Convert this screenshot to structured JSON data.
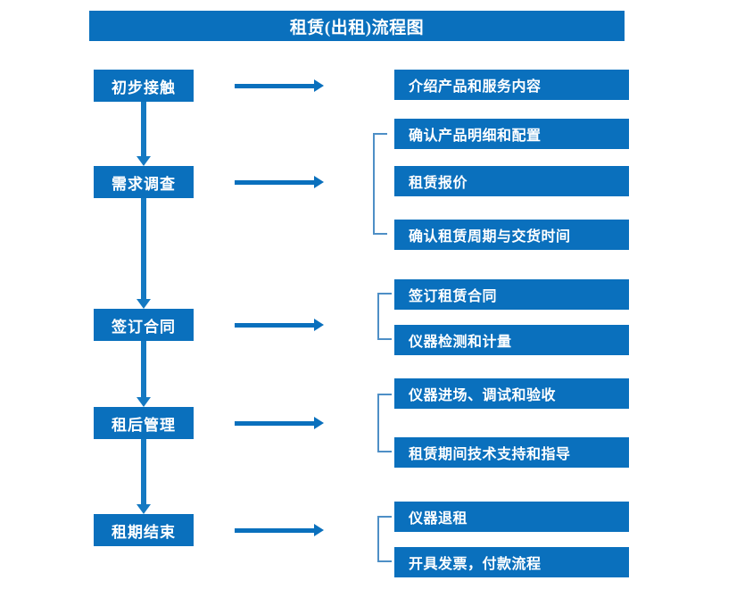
{
  "diagram": {
    "title": "租赁(出租)流程图",
    "accent_color": "#0a70bd",
    "bracket_color": "#4e8fc6",
    "arrow_color": "#1479c2",
    "stages": [
      {
        "id": "initial-contact",
        "label": "初步接触"
      },
      {
        "id": "requirement-survey",
        "label": "需求调查"
      },
      {
        "id": "sign-contract",
        "label": "签订合同"
      },
      {
        "id": "post-rental-management",
        "label": "租后管理"
      },
      {
        "id": "lease-end",
        "label": "租期结束"
      }
    ],
    "groups": [
      {
        "id": "group-initial-contact",
        "bracket": false,
        "tasks": [
          {
            "id": "task-intro-products",
            "label": "介绍产品和服务内容"
          }
        ]
      },
      {
        "id": "group-requirement-survey",
        "bracket": true,
        "tasks": [
          {
            "id": "task-confirm-spec",
            "label": "确认产品明细和配置"
          },
          {
            "id": "task-rental-quote",
            "label": "租赁报价"
          },
          {
            "id": "task-confirm-period",
            "label": "确认租赁周期与交货时间"
          }
        ]
      },
      {
        "id": "group-sign-contract",
        "bracket": true,
        "tasks": [
          {
            "id": "task-sign-lease",
            "label": "签订租赁合同"
          },
          {
            "id": "task-instrument-test",
            "label": "仪器检测和计量"
          }
        ]
      },
      {
        "id": "group-post-rental",
        "bracket": true,
        "tasks": [
          {
            "id": "task-instrument-onsite",
            "label": "仪器进场、调试和验收"
          },
          {
            "id": "task-tech-support",
            "label": "租赁期间技术支持和指导"
          }
        ]
      },
      {
        "id": "group-lease-end",
        "bracket": true,
        "tasks": [
          {
            "id": "task-return-instrument",
            "label": "仪器退租"
          },
          {
            "id": "task-invoice-payment",
            "label": "开具发票，付款流程"
          }
        ]
      }
    ]
  }
}
